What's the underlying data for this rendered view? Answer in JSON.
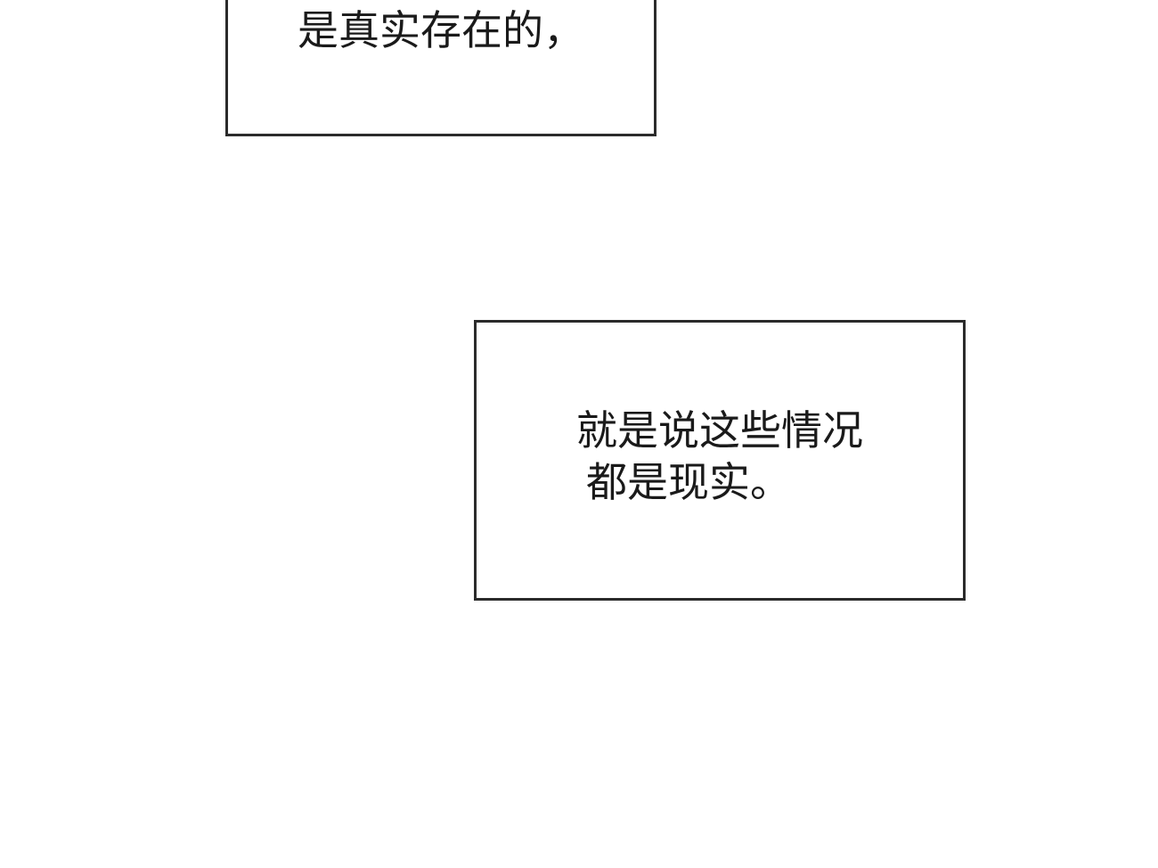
{
  "panel": {
    "background_color": "#ffffff",
    "border_color": "#2b2b2b",
    "text_color": "#1a1a1a"
  },
  "captions": [
    {
      "lines": [
        "是真实存在的，"
      ]
    },
    {
      "lines": [
        "就是说这些情况",
        "都是现实。"
      ]
    }
  ]
}
